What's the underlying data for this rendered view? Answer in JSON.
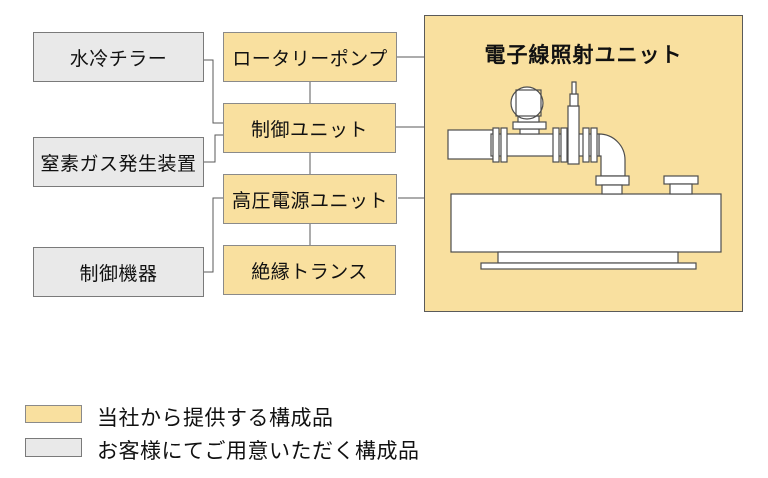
{
  "diagram": {
    "customer_nodes": [
      {
        "label": "水冷チラー"
      },
      {
        "label": "窒素ガス発生装置"
      },
      {
        "label": "制御機器"
      }
    ],
    "provided_nodes": [
      {
        "label": "ロータリーポンプ"
      },
      {
        "label": "制御ユニット"
      },
      {
        "label": "高圧電源ユニット"
      },
      {
        "label": "絶縁トランス"
      }
    ],
    "main_unit": {
      "title": "電子線照射ユニット",
      "illustration": "vacuum-pipe-assembly-on-irradiation-tank"
    },
    "connections": [
      {
        "from": "水冷チラー",
        "to": "制御ユニット"
      },
      {
        "from": "窒素ガス発生装置",
        "to": "制御ユニット"
      },
      {
        "from": "制御機器",
        "to": "高圧電源ユニット"
      },
      {
        "from": "ロータリーポンプ",
        "to": "制御ユニット"
      },
      {
        "from": "制御ユニット",
        "to": "高圧電源ユニット"
      },
      {
        "from": "高圧電源ユニット",
        "to": "絶縁トランス"
      },
      {
        "from": "ロータリーポンプ",
        "to": "電子線照射ユニット"
      },
      {
        "from": "制御ユニット",
        "to": "電子線照射ユニット"
      },
      {
        "from": "高圧電源ユニット",
        "to": "電子線照射ユニット"
      }
    ]
  },
  "legend": {
    "items": [
      {
        "swatch": "provided",
        "label": "当社から提供する構成品"
      },
      {
        "swatch": "customer",
        "label": "お客様にてご用意いただく構成品"
      }
    ]
  },
  "colors": {
    "provided_fill": "#F9E09F",
    "customer_fill": "#E9E9E9",
    "box_border": "#7A7A7A",
    "connector_line": "#5A5A5A",
    "illustration_outline": "#4D4D4D",
    "text": "#111111",
    "background": "#FFFFFF"
  }
}
